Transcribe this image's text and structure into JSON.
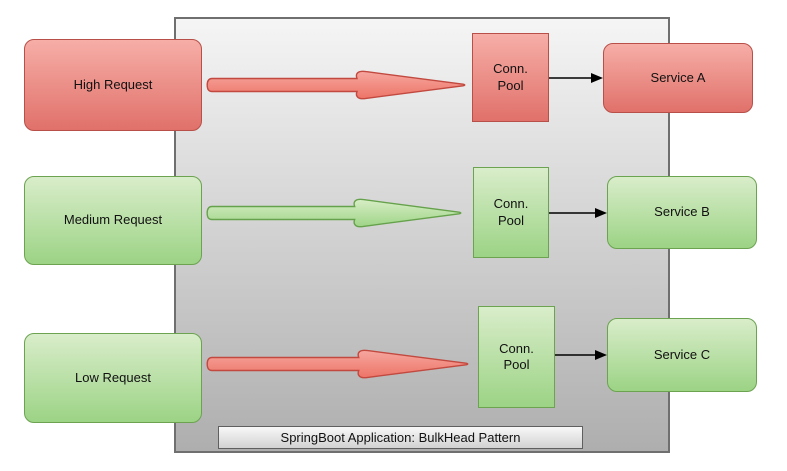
{
  "container": {
    "label": "SpringBoot Application: BulkHead Pattern"
  },
  "rows": [
    {
      "request_label": "High Request",
      "pool_label_line1": "Conn.",
      "pool_label_line2": "Pool",
      "service_label": "Service A",
      "request_color": "#e0716a",
      "pool_color": "#e0716a",
      "service_color": "#e0716a",
      "arrow_color": "#ed7468"
    },
    {
      "request_label": "Medium Request",
      "pool_label_line1": "Conn.",
      "pool_label_line2": "Pool",
      "service_label": "Service B",
      "request_color": "#9cd385",
      "pool_color": "#9cd385",
      "service_color": "#9cd385",
      "arrow_color": "#9ed487"
    },
    {
      "request_label": "Low Request",
      "pool_label_line1": "Conn.",
      "pool_label_line2": "Pool",
      "service_label": "Service C",
      "request_color": "#9cd385",
      "pool_color": "#9cd385",
      "service_color": "#9cd385",
      "arrow_color": "#ed7468"
    }
  ],
  "colors": {
    "red_fill_top": "#f6aea7",
    "red_fill_bottom": "#e0716a",
    "red_stroke": "#b84f48",
    "green_fill_top": "#d9edca",
    "green_fill_bottom": "#9cd385",
    "green_stroke": "#6ca351",
    "red_arrow_fill_top": "#f6a79f",
    "red_arrow_fill_bottom": "#ed7468",
    "red_arrow_stroke": "#c2493f",
    "green_arrow_fill_top": "#d8eec6",
    "green_arrow_fill_bottom": "#9ed487",
    "green_arrow_stroke": "#66a24c",
    "container_fill_top": "#f5f5f5",
    "container_fill_bottom": "#aeaeae",
    "container_stroke": "#6f6f6f",
    "connector_stroke": "#000000",
    "text": "#111111"
  }
}
